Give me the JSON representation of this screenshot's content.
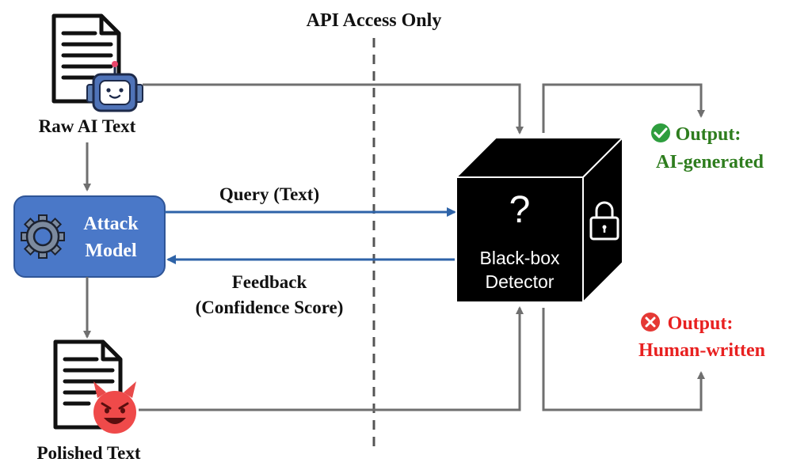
{
  "title": "API Access Only",
  "raw_text_label": "Raw AI Text",
  "polished_text_label": "Polished Text",
  "attack_model": {
    "line1": "Attack",
    "line2": "Model"
  },
  "query_label": "Query (Text)",
  "feedback_label": {
    "line1": "Feedback",
    "line2": "(Confidence Score)"
  },
  "detector": {
    "line1": "Black-box",
    "line2": "Detector",
    "symbol": "?"
  },
  "output_ai": {
    "line1": "Output:",
    "line2": "AI-generated",
    "color": "#2e7d1e"
  },
  "output_human": {
    "line1": "Output:",
    "line2": "Human-written",
    "color": "#e82020"
  },
  "colors": {
    "arrow_blue": "#2e63a8",
    "arrow_gray": "#6f6f6f",
    "box_blue": "#4a78c8"
  }
}
